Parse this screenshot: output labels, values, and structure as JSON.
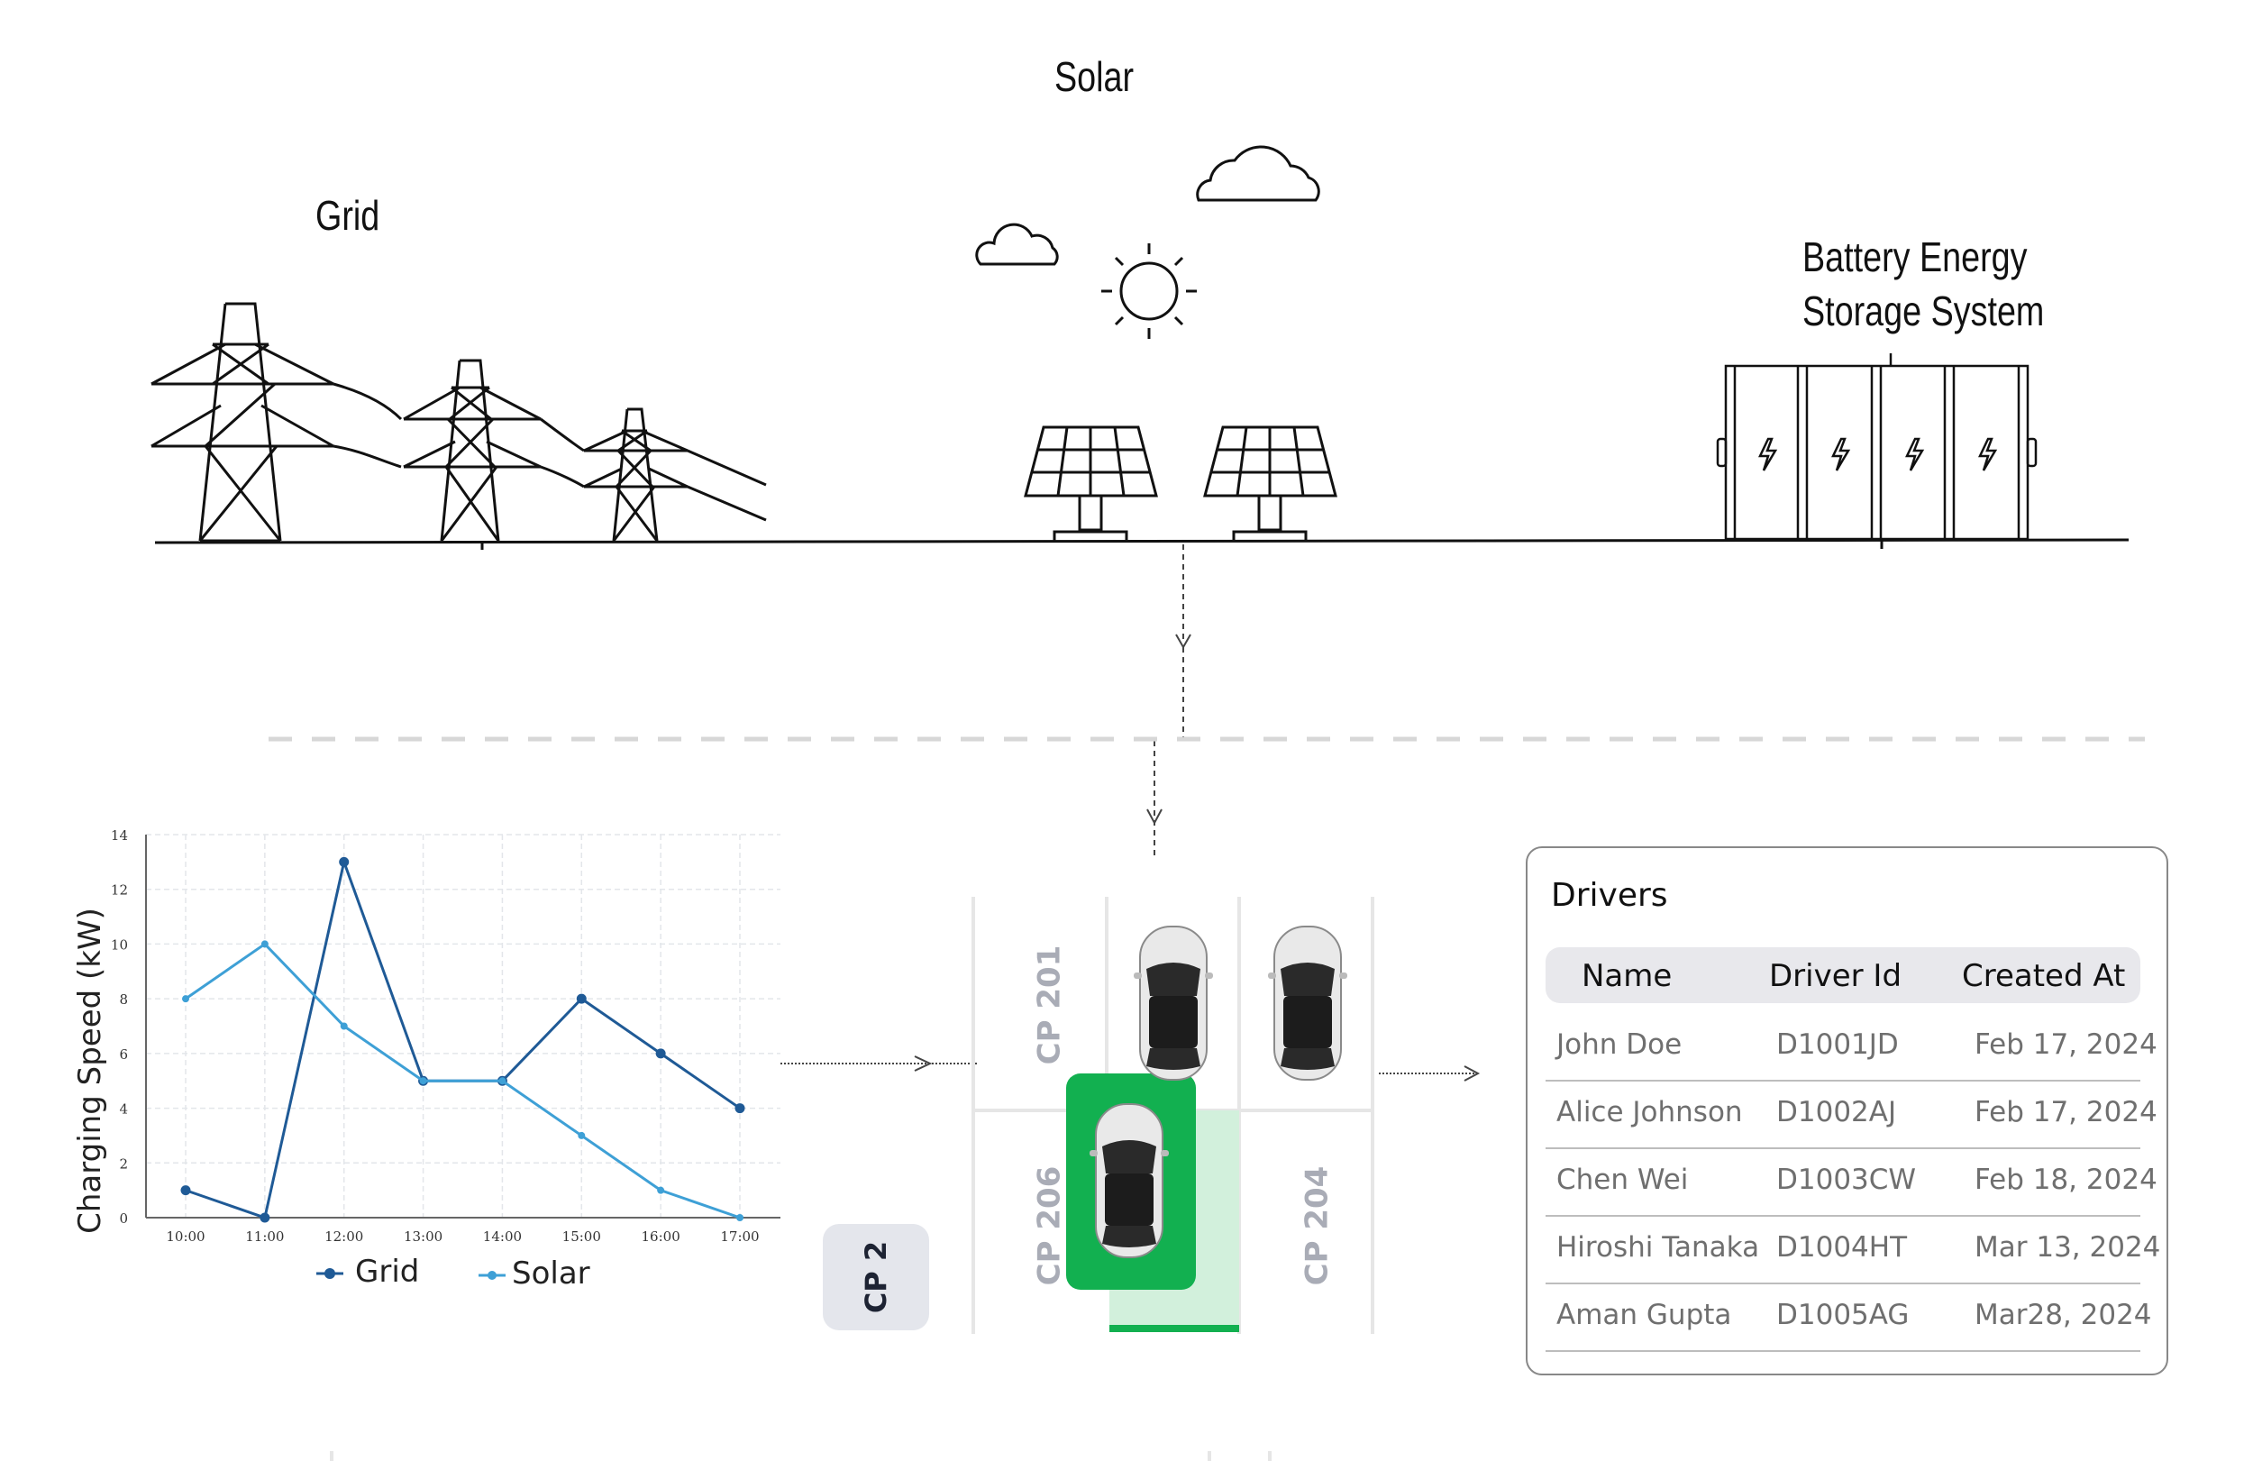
{
  "headers": {
    "grid": "Grid",
    "solar": "Solar",
    "bess_line1": "Battery Energy",
    "bess_line2": "Storage System"
  },
  "bays": {
    "cp201": "CP 201",
    "cp206": "CP 206",
    "cp204": "CP 204",
    "cp2": "CP 2"
  },
  "colors": {
    "grid_series": "#1f5a96",
    "solar_series": "#3ea0d6",
    "active_bay": "#12b050",
    "active_bay_floor": "#d2f0dc"
  },
  "drivers": {
    "title": "Drivers",
    "columns": [
      "Name",
      "Driver Id",
      "Created At"
    ],
    "rows": [
      {
        "name": "John Doe",
        "id": "D1001JD",
        "created": "Feb 17, 2024"
      },
      {
        "name": "Alice Johnson",
        "id": "D1002AJ",
        "created": "Feb 17, 2024"
      },
      {
        "name": "Chen Wei",
        "id": "D1003CW",
        "created": "Feb 18, 2024"
      },
      {
        "name": "Hiroshi Tanaka",
        "id": "D1004HT",
        "created": "Mar 13, 2024"
      },
      {
        "name": "Aman Gupta",
        "id": "D1005AG",
        "created": "Mar28, 2024"
      }
    ]
  },
  "chart_data": {
    "type": "line",
    "title": "",
    "xlabel": "",
    "ylabel": "Charging Speed (kW)",
    "categories": [
      "10:00",
      "11:00",
      "12:00",
      "13:00",
      "14:00",
      "15:00",
      "16:00",
      "17:00"
    ],
    "ylim": [
      0,
      14
    ],
    "yticks": [
      "0",
      "2",
      "4",
      "6",
      "8",
      "10",
      "12",
      "14"
    ],
    "grid": true,
    "legend_position": "bottom",
    "series": [
      {
        "name": "Grid",
        "values": [
          1,
          0,
          13,
          5,
          5,
          8,
          6,
          4
        ]
      },
      {
        "name": "Solar",
        "values": [
          8,
          10,
          7,
          5,
          5,
          3,
          1,
          0
        ]
      }
    ]
  }
}
